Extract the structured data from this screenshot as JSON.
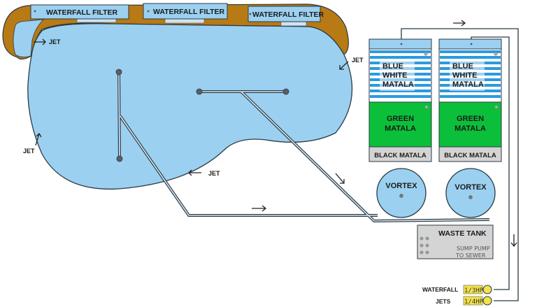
{
  "filters": [
    {
      "label": "WATERFALL FILTER"
    },
    {
      "label": "WATERFALL FILTER"
    },
    {
      "label": "WATERFALL FILTER"
    }
  ],
  "jets": [
    {
      "label": "JET"
    },
    {
      "label": "JET"
    },
    {
      "label": "JET"
    },
    {
      "label": "JET"
    }
  ],
  "towers": [
    {
      "blue_white": [
        "BLUE",
        "WHITE",
        "MATALA"
      ],
      "green": [
        "GREEN",
        "MATALA"
      ],
      "black": "BLACK MATALA"
    },
    {
      "blue_white": [
        "BLUE",
        "WHITE",
        "MATALA"
      ],
      "green": [
        "GREEN",
        "MATALA"
      ],
      "black": "BLACK MATALA"
    }
  ],
  "vortex": [
    {
      "label": "VORTEX"
    },
    {
      "label": "VORTEX"
    }
  ],
  "waste_tank": {
    "title": "WASTE TANK",
    "note_line1": "SUMP PUMP",
    "note_line2": "TO SEWER"
  },
  "pumps": [
    {
      "name": "WATERFALL",
      "hp": "1/3HP"
    },
    {
      "name": "JETS",
      "hp": "1/4HP"
    }
  ],
  "colors": {
    "water": "#9bd0f0",
    "stone": "#b87a14",
    "outline": "#2b3a44",
    "stripe_blue": "#2a9ae0",
    "green_matala": "#0cbf3a",
    "grey_box": "#d4d4d4",
    "pump_yellow": "#f3e34a"
  }
}
